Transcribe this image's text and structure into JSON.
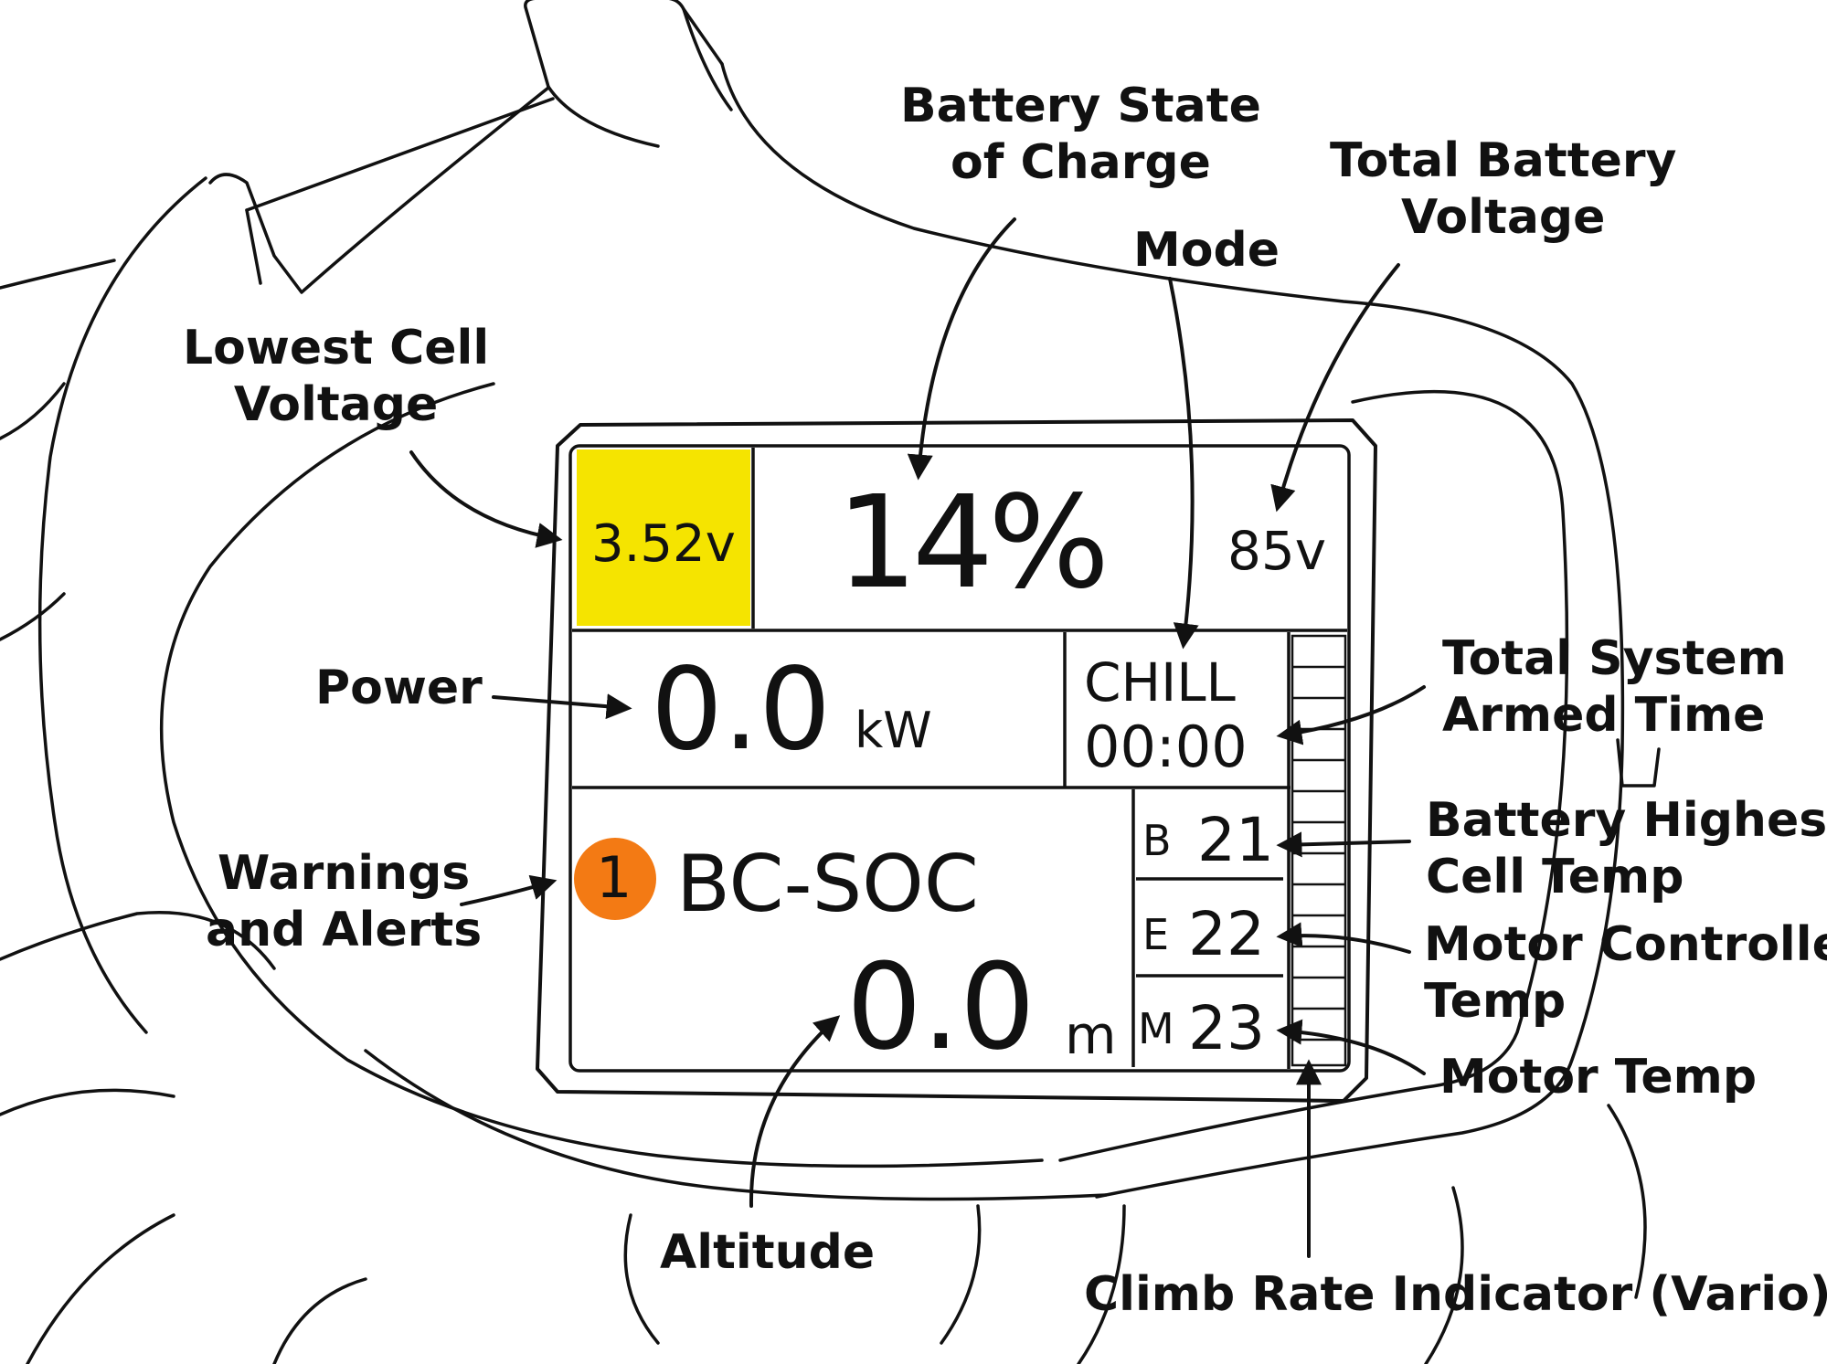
{
  "labels": {
    "soc": [
      "Battery State",
      "of Charge"
    ],
    "total_voltage": [
      "Total Battery",
      "Voltage"
    ],
    "mode": "Mode",
    "lowest_cell": [
      "Lowest Cell",
      "Voltage"
    ],
    "power": "Power",
    "armed_time": [
      "Total System",
      "Armed Time"
    ],
    "warnings": [
      "Warnings",
      "and Alerts"
    ],
    "battery_temp": [
      "Battery Highest",
      "Cell Temp"
    ],
    "controller_temp": [
      "Motor Controller",
      "Temp"
    ],
    "motor_temp": "Motor Temp",
    "altitude": "Altitude",
    "vario": "Climb Rate Indicator (Vario)"
  },
  "display": {
    "lowest_cell_voltage": "3.52v",
    "soc": "14%",
    "total_voltage": "85v",
    "power_value": "0.0",
    "power_unit": "kW",
    "mode": "CHILL",
    "armed_time": "00:00",
    "warning_count": "1",
    "warning_text": "BC-SOC",
    "altitude_value": "0.0",
    "altitude_unit": "m",
    "temps": [
      {
        "letter": "B",
        "value": "21"
      },
      {
        "letter": "E",
        "value": "22"
      },
      {
        "letter": "M",
        "value": "23"
      }
    ]
  },
  "colors": {
    "lowest_cell_highlight": "#f5e400",
    "warning_badge": "#f37a14",
    "line": "#111111"
  }
}
